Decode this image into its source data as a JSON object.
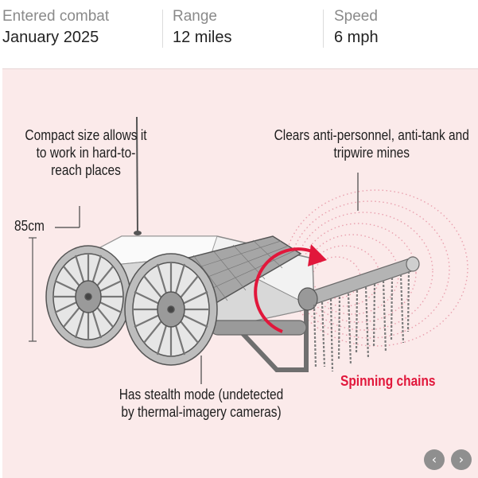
{
  "stats": [
    {
      "label": "Entered combat",
      "value": "January 2025"
    },
    {
      "label": "Range",
      "value": "12 miles"
    },
    {
      "label": "Speed",
      "value": "6 mph"
    }
  ],
  "annotations": {
    "compact": "Compact size allows it to work in hard-to-reach places",
    "height": "85cm",
    "clears": "Clears anti-personnel, anti-tank and tripwire mines",
    "stealth": "Has stealth mode (undetected by thermal-imagery cameras)",
    "chains": "Spinning chains"
  },
  "nav": {
    "prev": "‹",
    "next": "›"
  },
  "colors": {
    "panel_bg": "#fbeaea",
    "accent_red": "#e1173b",
    "robot_grey": "#7d7d7d"
  }
}
